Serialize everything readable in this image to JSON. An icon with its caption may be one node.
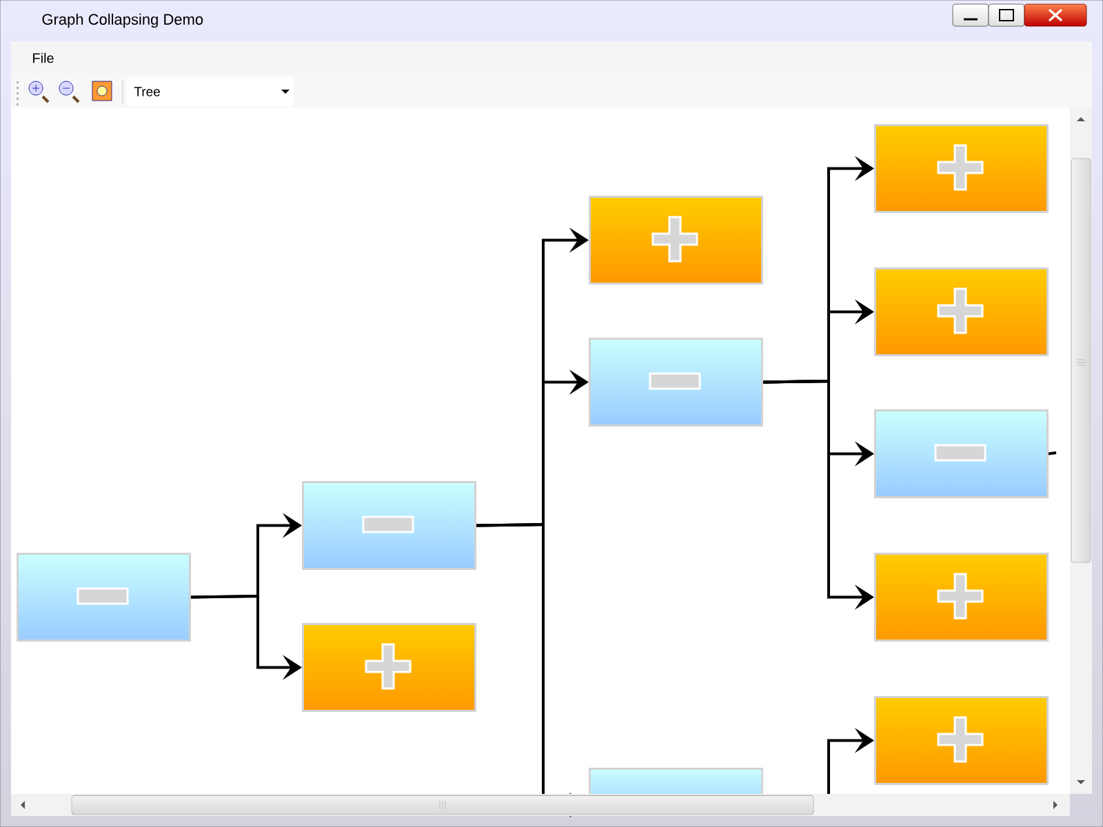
{
  "diagram": {
    "title": "Graph Collapsing Demo",
    "nodes": [
      {
        "text": [],
        "shape": "box"
      },
      {
        "text": [],
        "shape": "box"
      },
      {
        "text": [],
        "shape": "box"
      },
      {
        "text": [],
        "shape": "box"
      },
      {
        "text": [],
        "shape": "box"
      },
      {
        "text": [],
        "shape": "box"
      },
      {
        "text": [],
        "shape": "box"
      },
      {
        "text": [],
        "shape": "box"
      },
      {
        "text": [],
        "shape": "box"
      },
      {
        "text": [],
        "shape": "box"
      },
      {
        "text": [],
        "shape": "box"
      }
    ],
    "edges": [
      {
        "from": 0,
        "to": 1,
        "arrow": "to"
      },
      {
        "from": 0,
        "to": 2,
        "arrow": "to"
      },
      {
        "from": 1,
        "to": 3,
        "arrow": "to"
      },
      {
        "from": 1,
        "to": 4,
        "arrow": "to"
      },
      {
        "from": 1,
        "to": 5,
        "arrow": "to"
      },
      {
        "from": 4,
        "to": 6,
        "arrow": "to"
      },
      {
        "from": 4,
        "to": 7,
        "arrow": "to"
      },
      {
        "from": 4,
        "to": 8,
        "arrow": "to"
      },
      {
        "from": 4,
        "to": 9,
        "arrow": "to"
      },
      {
        "from": 8,
        "to": null,
        "arrow": "none"
      },
      {
        "from": 5,
        "to": 10,
        "arrow": "to"
      }
    ],
    "labels": [
      "File",
      "Tree"
    ]
  }
}
